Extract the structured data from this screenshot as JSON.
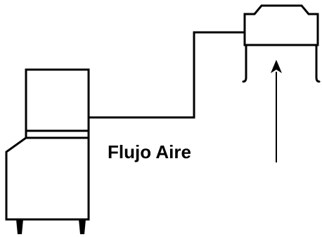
{
  "diagram": {
    "airflow_label": "Flujo Aire",
    "line_color": "#000000",
    "background_color": "#ffffff",
    "components": [
      {
        "name": "ice-machine-head",
        "icon": "ice-machine-head-icon"
      },
      {
        "name": "storage-bin",
        "icon": "storage-bin-icon"
      },
      {
        "name": "remote-condenser",
        "icon": "remote-condenser-icon"
      },
      {
        "name": "refrigerant-line",
        "icon": "refrigerant-line-icon"
      },
      {
        "name": "airflow-arrow",
        "icon": "up-arrow-icon"
      }
    ]
  }
}
